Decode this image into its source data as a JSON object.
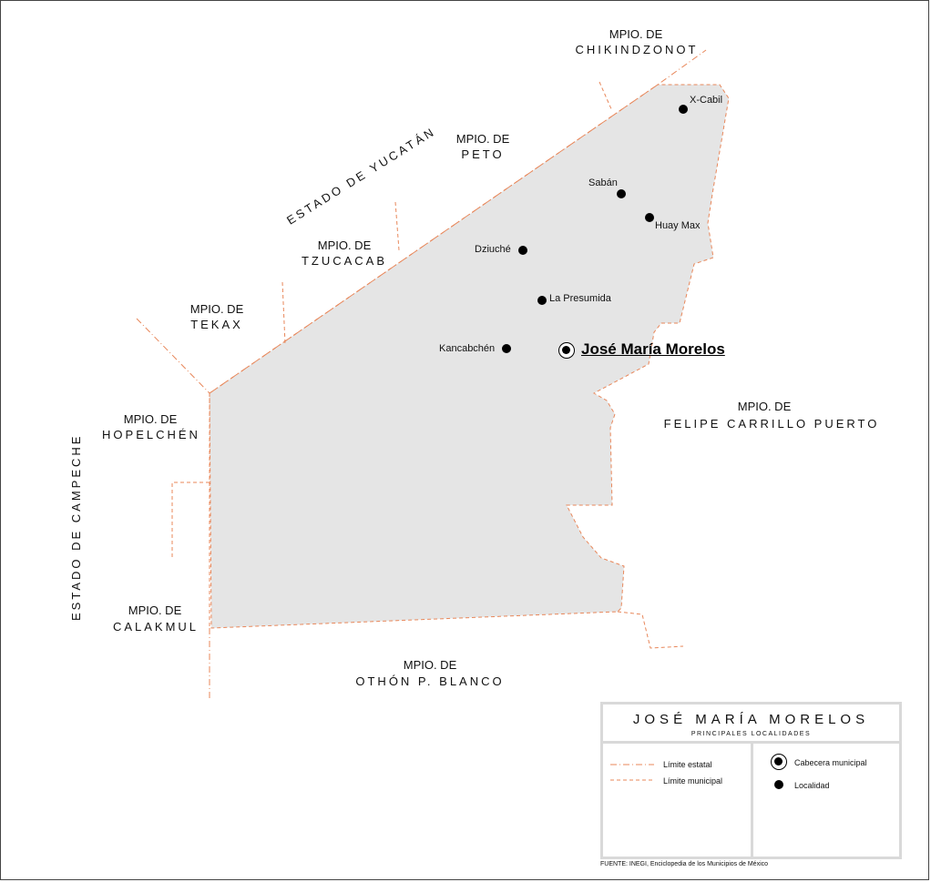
{
  "map": {
    "municipality_name": "José María Morelos",
    "capital_label": "José María Morelos",
    "localities": [
      {
        "name": "X-Cabil"
      },
      {
        "name": "Sabán"
      },
      {
        "name": "Huay Max"
      },
      {
        "name": "Dziuché"
      },
      {
        "name": "La Presumida"
      },
      {
        "name": "Kancabchén"
      }
    ],
    "neighbors": {
      "chikindzonot": {
        "line1": "MPIO. DE",
        "line2": "CHIKINDZONOT"
      },
      "peto": {
        "line1": "MPIO. DE",
        "line2": "PETO"
      },
      "tzucacab": {
        "line1": "MPIO. DE",
        "line2": "TZUCACAB"
      },
      "tekax": {
        "line1": "MPIO. DE",
        "line2": "TEKAX"
      },
      "hopelchen": {
        "line1": "MPIO. DE",
        "line2": "HOPELCHÉN"
      },
      "calakmul": {
        "line1": "MPIO. DE",
        "line2": "CALAKMUL"
      },
      "othon_blanco": {
        "line1": "MPIO. DE",
        "line2": "OTHÓN P. BLANCO"
      },
      "felipe_carrillo": {
        "line1": "MPIO. DE",
        "line2": "FELIPE CARRILLO PUERTO"
      }
    },
    "states": {
      "yucatan": "ESTADO DE YUCATÁN",
      "campeche": "ESTADO DE CAMPECHE"
    },
    "colors": {
      "territory_fill": "#e5e5e5",
      "boundary": "#e8875a",
      "frame": "#444444",
      "legend_border": "#d9d9d9"
    }
  },
  "legend": {
    "title": "JOSÉ MARÍA MORELOS",
    "subtitle": "PRINCIPALES LOCALIDADES",
    "state_limit": "Límite estatal",
    "municipal_limit": "Límite municipal",
    "capital": "Cabecera municipal",
    "locality": "Localidad"
  },
  "source": "FUENTE: INEGI, Enciclopedia de los Municipios de México"
}
